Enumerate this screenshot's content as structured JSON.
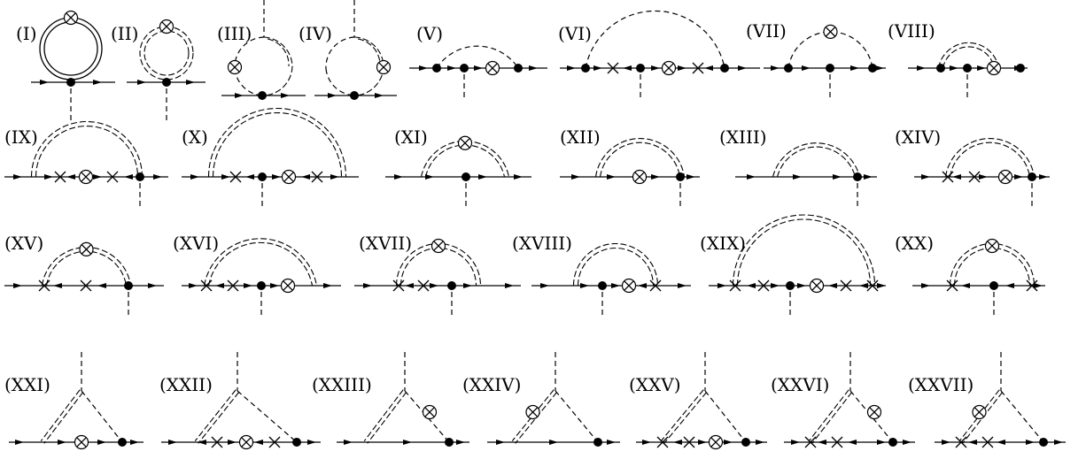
{
  "diagrams": [
    {
      "label": "(I)",
      "kind": "loop-double-ring"
    },
    {
      "label": "(II)",
      "kind": "loop-double-insertion"
    },
    {
      "label": "(III)",
      "kind": "tadpole-mixed-left"
    },
    {
      "label": "(IV)",
      "kind": "tadpole-mixed-right"
    },
    {
      "label": "(V)",
      "kind": "self-energy-scalar"
    },
    {
      "label": "(VI)",
      "kind": "self-energy-scalar-cross"
    },
    {
      "label": "(VII)",
      "kind": "self-energy-scalar-insertion"
    },
    {
      "label": "(VIII)",
      "kind": "self-energy-double"
    },
    {
      "label": "(IX)",
      "kind": "self-energy-double-wide"
    },
    {
      "label": "(X)",
      "kind": "self-energy-double-wide"
    },
    {
      "label": "(XI)",
      "kind": "self-energy-double-insertion"
    },
    {
      "label": "(XII)",
      "kind": "self-energy-double"
    },
    {
      "label": "(XIII)",
      "kind": "self-energy-double"
    },
    {
      "label": "(XIV)",
      "kind": "self-energy-double-cross"
    },
    {
      "label": "(XV)",
      "kind": "self-energy-double-insertion-cross"
    },
    {
      "label": "(XVI)",
      "kind": "self-energy-double-cross"
    },
    {
      "label": "(XVII)",
      "kind": "self-energy-double-insertion-cross"
    },
    {
      "label": "(XVIII)",
      "kind": "self-energy-double-cross"
    },
    {
      "label": "(XIX)",
      "kind": "self-energy-double-cross"
    },
    {
      "label": "(XX)",
      "kind": "self-energy-double-insertion-cross"
    },
    {
      "label": "(XXI)",
      "kind": "vertex-triangle"
    },
    {
      "label": "(XXII)",
      "kind": "vertex-triangle"
    },
    {
      "label": "(XXIII)",
      "kind": "vertex-triangle-insertion"
    },
    {
      "label": "(XXIV)",
      "kind": "vertex-triangle-insertion"
    },
    {
      "label": "(XXV)",
      "kind": "vertex-triangle-cross"
    },
    {
      "label": "(XXVI)",
      "kind": "vertex-triangle-cross-insertion"
    },
    {
      "label": "(XXVII)",
      "kind": "vertex-triangle-cross-insertion"
    }
  ],
  "legend_symbols": {
    "vertex": "filled-circle",
    "insertion": "circled-times",
    "counterterm": "cross",
    "scalar_propagator": "dashed-line",
    "composite_propagator": "double-dashed-line",
    "fermion_propagator": "solid-arrow-line"
  }
}
